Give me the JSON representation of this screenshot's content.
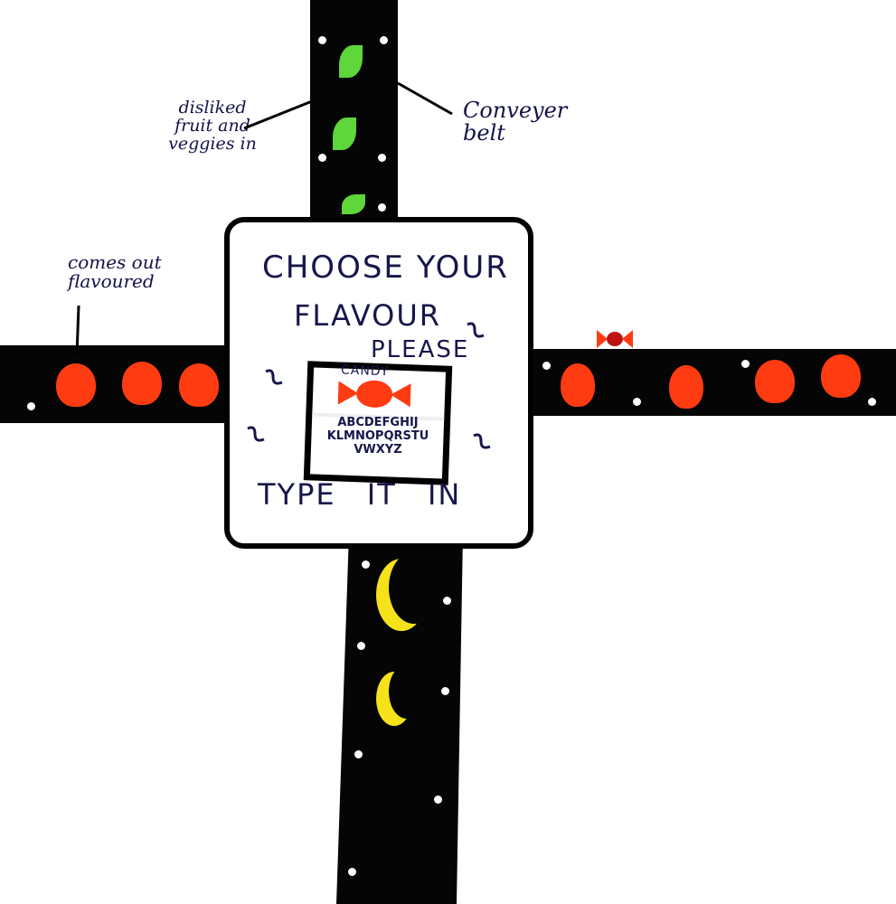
{
  "labels": {
    "input_note": "disliked fruit and veggies in",
    "belt_note": "Conveyer belt",
    "output_note": "comes out flavoured"
  },
  "machine": {
    "title_line1": "CHOOSE YOUR",
    "title_line2": "FLAVOUR",
    "title_line3": "PLEASE",
    "screen_word": "CANDY",
    "keyboard_row1": "ABCDEFGHIJ",
    "keyboard_row2": "KLMNOPQRSTU",
    "keyboard_row3": "VWXYZ",
    "instruction": "TYPE IT IN"
  },
  "colors": {
    "belt": "#050505",
    "fruit": "#ff3b12",
    "veggie": "#5fd63a",
    "moon": "#f5e21a",
    "ink": "#17164a"
  }
}
